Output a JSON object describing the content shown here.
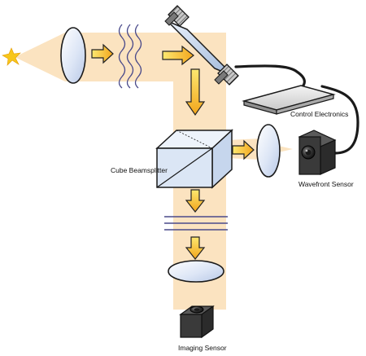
{
  "labels": {
    "control_electronics": "Control Electronics",
    "cube_beamsplitter": "Cube Beamsplitter",
    "wavefront_sensor": "Wavefront Sensor",
    "imaging_sensor": "Imaging Sensor"
  },
  "colors": {
    "beam": "#fbe3c0",
    "arrow_top": "#fde870",
    "arrow_bottom": "#f2a51c",
    "lens": "#dfe8f8",
    "wave": "#4a4a8a",
    "star": "#f7c61a",
    "mirror": "#b9cde6",
    "cable": "#1a1a1a"
  },
  "icons": {
    "source": "star-icon",
    "lenses": "lens-icon",
    "mirror": "deformable-mirror-icon",
    "beamsplitter": "cube-beamsplitter-icon",
    "wavefront_sensor": "camera-icon",
    "imaging_sensor": "camera-icon"
  }
}
